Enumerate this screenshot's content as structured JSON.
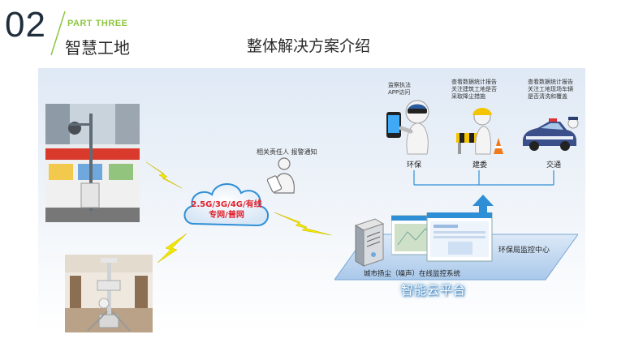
{
  "header": {
    "number": "02",
    "part_label": "PART THREE",
    "section_title": "智慧工地"
  },
  "slide_title": "整体解决方案介绍",
  "network": {
    "cloud_line1": "2.5G/3G/4G/有线",
    "cloud_line2": "专网/普网"
  },
  "alert": {
    "label": "相关责任人 报警通知"
  },
  "nodes": {
    "env": {
      "desc_lines": [
        "监察执法",
        "APP访问"
      ],
      "label": "环保"
    },
    "construction": {
      "desc_lines": [
        "查看数据统计报告",
        "关注建筑工地是否",
        "采取降尘措施"
      ],
      "label": "建委"
    },
    "traffic": {
      "desc_lines": [
        "查看数据统计报告",
        "关注工地现场车辆",
        "是否清洗和覆盖"
      ],
      "label": "交通"
    }
  },
  "platform": {
    "system_caption": "城市扬尘（噪声）在线监控系统",
    "center_label": "环保局监控中心",
    "cloud_label": "智能云平台"
  },
  "colors": {
    "accent_green": "#8cc63f",
    "alert_red": "#e3202c",
    "arrow_blue": "#2f8fd6",
    "bolt_yellow": "#f2e600"
  }
}
